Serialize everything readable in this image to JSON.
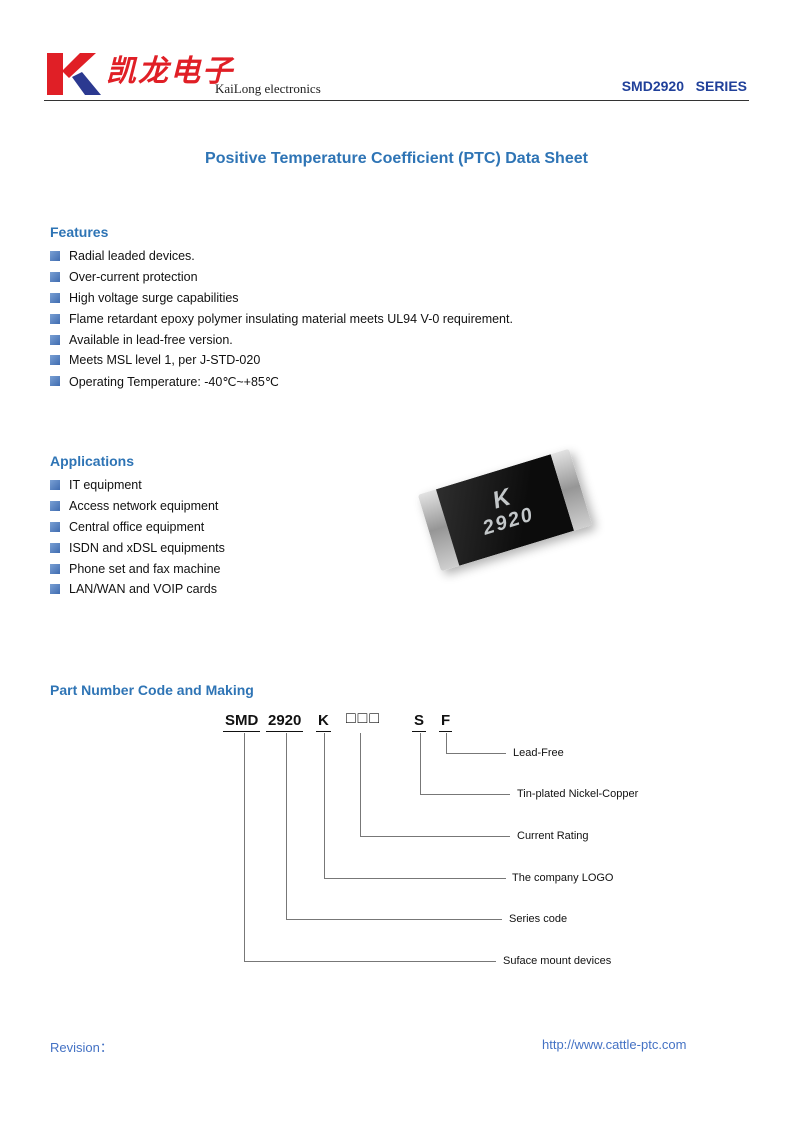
{
  "header": {
    "brand_chinese": "凯龙电子",
    "brand_english": "KaiLong electronics",
    "series": "SMD2920   SERIES"
  },
  "title": "Positive Temperature Coefficient (PTC) Data Sheet",
  "features": {
    "heading": "Features",
    "items": [
      "Radial leaded devices.",
      "Over-current protection",
      "High voltage surge capabilities",
      "Flame retardant epoxy polymer insulating material meets UL94 V-0 requirement.",
      "Available in lead-free version.",
      "Meets MSL level 1, per J-STD-020",
      "Operating Temperature: -40℃~+85℃"
    ]
  },
  "applications": {
    "heading": "Applications",
    "items": [
      "IT equipment",
      "Access network equipment",
      "Central office equipment",
      "ISDN and xDSL equipments",
      "Phone set and fax machine",
      "LAN/WAN and VOIP cards"
    ]
  },
  "photo": {
    "marking_line1": "K",
    "marking_line2": "2920"
  },
  "part_number": {
    "heading": "Part Number Code and Making",
    "code": [
      "SMD",
      "2920",
      "K",
      "□□□",
      "S",
      "F"
    ],
    "labels": [
      "Lead-Free",
      "Tin-plated Nickel-Copper",
      "Current Rating",
      "The company LOGO",
      "Series code",
      "Suface mount devices"
    ]
  },
  "footer": {
    "revision_label": "Revision：",
    "url": "http://www.cattle-ptc.com"
  },
  "colors": {
    "heading_blue": "#2e74b5",
    "series_blue": "#20409a",
    "footer_blue": "#4472c4",
    "bullet_blue": "#4c7cc0",
    "brand_red": "#e01f26",
    "logo_blue": "#2b3990"
  }
}
